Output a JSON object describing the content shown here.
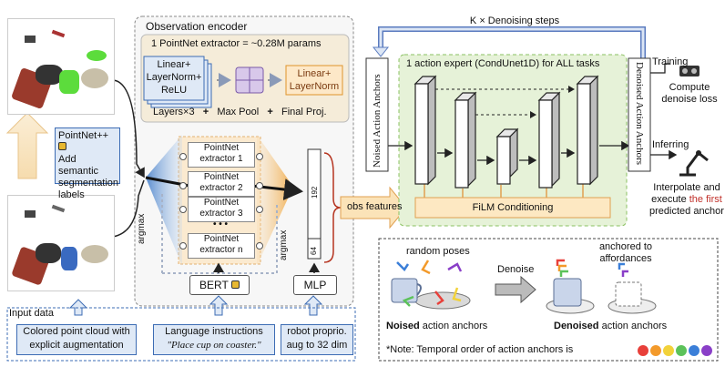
{
  "top": {
    "loop_label": "K × Denoising steps"
  },
  "obs_encoder": {
    "title": "Observation encoder",
    "pointnet_header": "1 PointNet extractor = ~0.28M params",
    "block1": [
      "Linear+",
      "LayerNorm+",
      "ReLU"
    ],
    "block2": [
      "Linear+",
      "LayerNorm"
    ],
    "ops": [
      "Layers×3",
      "+",
      "Max Pool",
      "+",
      "Final Proj."
    ],
    "extractors": [
      "PointNet\nextractor 1",
      "PointNet\nextractor 2",
      "PointNet\nextractor 3",
      "PointNet\nextractor n"
    ],
    "ellipsis": "• • •",
    "argmax_left": "argmax",
    "argmax_right": "argmax",
    "bert": "BERT",
    "mlp": "MLP",
    "vec_192": "192",
    "vec_64": "64"
  },
  "left": {
    "pointnet_box": [
      "PointNet++",
      "Add semantic",
      "segmentation",
      "labels"
    ]
  },
  "inputs": {
    "label": "Input data",
    "point_cloud": [
      "Colored point cloud with",
      "explicit augmentation"
    ],
    "language": [
      "Language instructions",
      "\"Place cup on coaster.\""
    ],
    "proprio": [
      "robot proprio.",
      "aug to 32 dim"
    ]
  },
  "obs_features": "obs features",
  "expert": {
    "title": "1 action expert (CondUnet1D) for ALL tasks",
    "film": "FiLM Conditioning"
  },
  "noised_label": "Noised Action Anchors",
  "denoised_label": "Denoised Action Anchors",
  "right": {
    "training": "Training",
    "compute": [
      "Compute",
      "denoise loss"
    ],
    "inferring": "Inferring",
    "interp": [
      "Interpolate and",
      "execute "
    ],
    "first": "the first",
    "predicted": "predicted anchor"
  },
  "bottom": {
    "random_poses": "random poses",
    "denoise": "Denoise",
    "anchored": [
      "anchored to",
      "affordances"
    ],
    "noised_caption_bold": "Noised",
    "noised_caption_rest": " action anchors",
    "denoised_caption_bold": "Denoised",
    "denoised_caption_rest": " action anchors",
    "note": "*Note: Temporal order of action anchors is"
  },
  "colors": {
    "temporal_order": [
      "#e8403a",
      "#f39a2b",
      "#f2d23a",
      "#5cc25a",
      "#3b7fd8",
      "#8a3fc8"
    ],
    "accent_red": "#c0302a",
    "orange": "#f0a030",
    "blue": "#4a6fb0"
  }
}
